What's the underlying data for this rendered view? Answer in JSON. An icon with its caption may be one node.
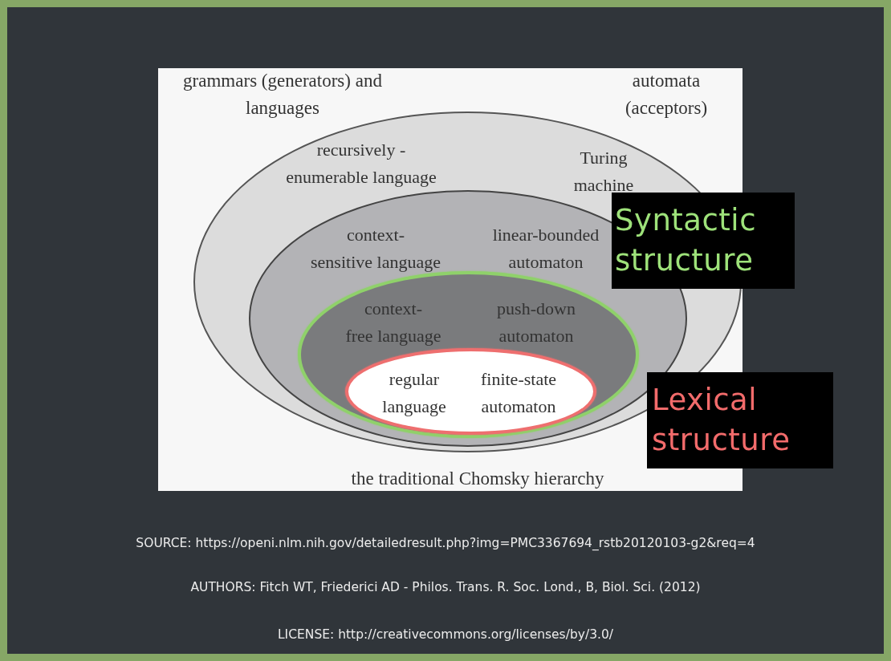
{
  "diagram": {
    "nodes": [
      {
        "text": [
          "recursively - enumerable language",
          "Turing machine"
        ]
      },
      {
        "text": [
          "context- sensitive language",
          "linear-bounded automaton"
        ],
        "in": 0
      },
      {
        "text": [
          "context- free language",
          "push-down automaton"
        ],
        "in": 1
      },
      {
        "text": [
          "regular language",
          "finite-state automaton"
        ],
        "in": 2
      },
      {
        "text": [
          "Syntactic structure"
        ]
      },
      {
        "text": [
          "Lexical structure"
        ]
      }
    ],
    "labels": [
      "grammars (generators) and languages",
      "automata (acceptors)",
      "the traditional Chomsky hierarchy",
      "SOURCE: https://openi.nlm.nih.gov/detailedresult.php?img=PMC3367694_rstb20120103-g2&req=4",
      "AUTHORS: Fitch WT, Friederici AD - Philos. Trans. R. Soc. Lond., B, Biol. Sci. (2012)",
      "LICENSE: http://creativecommons.org/licenses/by/3.0/"
    ]
  }
}
